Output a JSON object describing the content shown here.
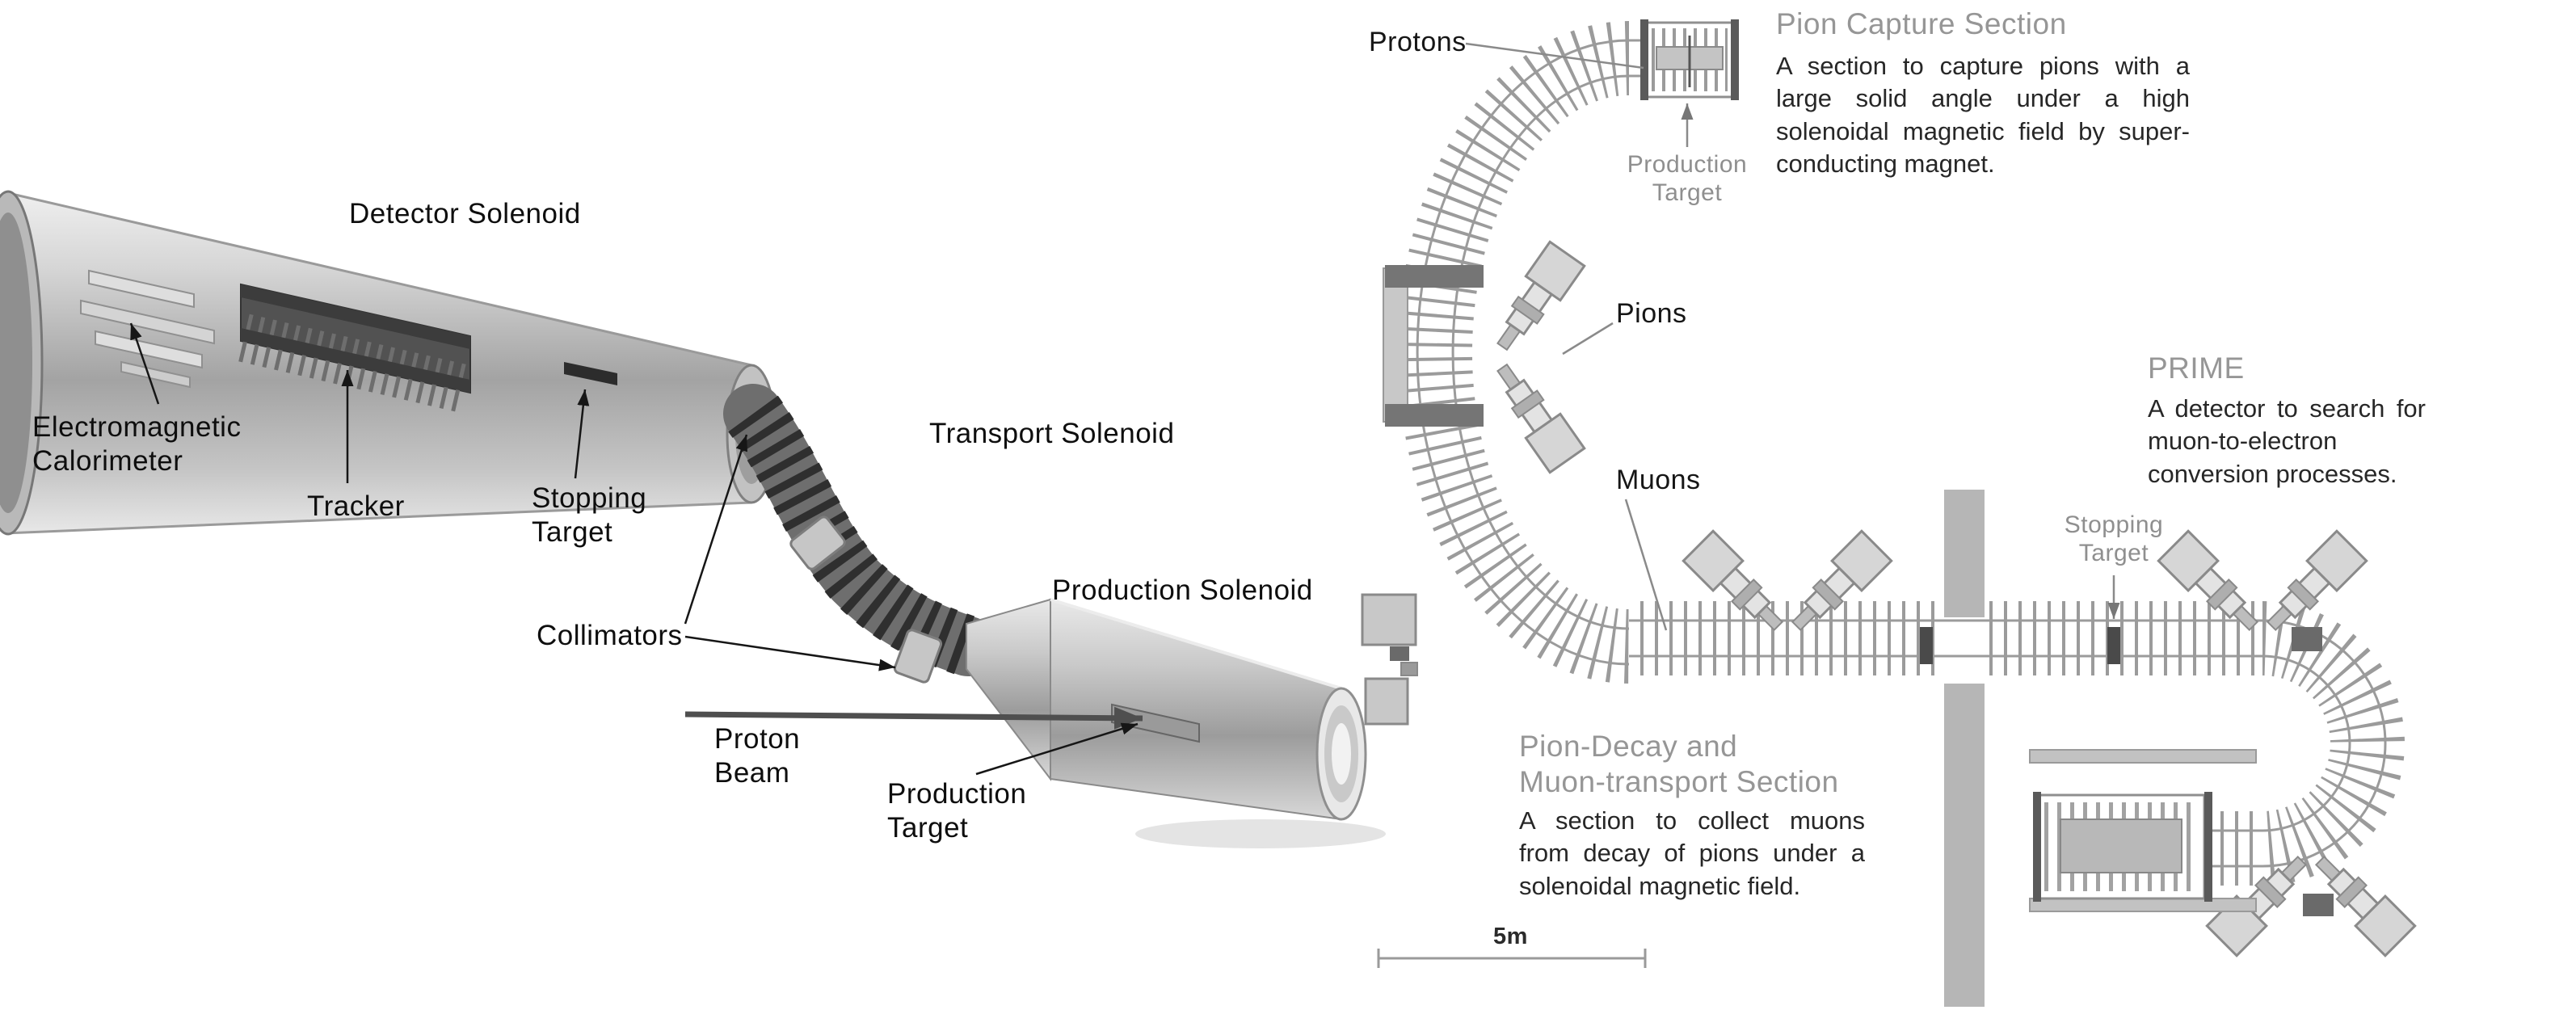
{
  "figure": {
    "left_panel": {
      "labels": {
        "detector_solenoid": "Detector Solenoid",
        "em_calorimeter": "Electromagnetic\nCalorimeter",
        "tracker": "Tracker",
        "stopping_target": "Stopping\nTarget",
        "collimators": "Collimators",
        "transport_solenoid": "Transport Solenoid",
        "production_solenoid": "Production Solenoid",
        "proton_beam": "Proton\nBeam",
        "production_target": "Production\nTarget"
      }
    },
    "right_panel": {
      "particles": {
        "protons": "Protons",
        "pions": "Pions",
        "muons": "Muons"
      },
      "components": {
        "production_target": "Production\nTarget",
        "stopping_target": "Stopping\nTarget"
      },
      "sections": {
        "pion_capture": {
          "title": "Pion Capture Section",
          "description": "A section to capture pions with a large solid angle under a high solenoidal magnetic field by super-conducting magnet."
        },
        "prime": {
          "title": "PRIME",
          "description": "A detector to search for muon-to-electron conversion processes."
        },
        "pion_decay": {
          "title": "Pion-Decay and\nMuon-transport Section",
          "description": "A section to collect muons from decay of pions under a solenoidal magnetic field."
        }
      },
      "scale_label": "5m"
    },
    "colors": {
      "label_text": "#0e0e0e",
      "section_title": "#969696",
      "diagram_gray": "#9b9b9b",
      "dark_gray": "#4a4a4a"
    }
  }
}
